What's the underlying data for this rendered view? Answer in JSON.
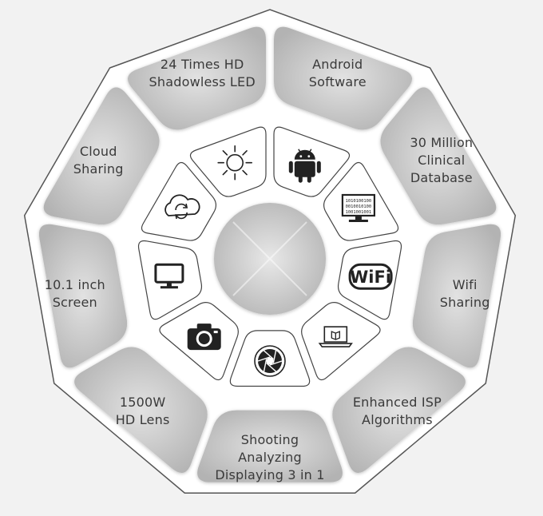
{
  "features": [
    {
      "id": "led",
      "lines": [
        "24 Times HD",
        "Shadowless LED"
      ],
      "icon": "sun-icon"
    },
    {
      "id": "android",
      "lines": [
        "Android",
        "Software"
      ],
      "icon": "android-icon"
    },
    {
      "id": "database",
      "lines": [
        "30 Million",
        "Clinical",
        "Database"
      ],
      "icon": "database-monitor-icon"
    },
    {
      "id": "wifi",
      "lines": [
        "Wifi",
        "Sharing"
      ],
      "icon": "wifi-icon"
    },
    {
      "id": "isp",
      "lines": [
        "Enhanced ISP",
        "Algorithms"
      ],
      "icon": "laptop-icon"
    },
    {
      "id": "shooting",
      "lines": [
        "Shooting",
        "Analyzing",
        "Displaying 3 in 1"
      ],
      "icon": "aperture-icon"
    },
    {
      "id": "lens",
      "lines": [
        "1500W",
        "HD Lens"
      ],
      "icon": "camera-icon"
    },
    {
      "id": "screen",
      "lines": [
        "10.1 inch",
        "Screen"
      ],
      "icon": "monitor-icon"
    },
    {
      "id": "cloud",
      "lines": [
        "Cloud",
        "Sharing"
      ],
      "icon": "cloud-sync-icon"
    }
  ],
  "icon_text": {
    "wifi": "WiFi",
    "database_code": [
      "1010100100",
      "0010010100",
      "1001001001"
    ]
  },
  "colors": {
    "background": "#f2f2f2",
    "frame": "#ffffff",
    "frame_stroke": "#555555",
    "segment_light": "#dedede",
    "segment_dark": "#b4b4b4",
    "text": "#3a3a3a",
    "icon": "#222222"
  }
}
